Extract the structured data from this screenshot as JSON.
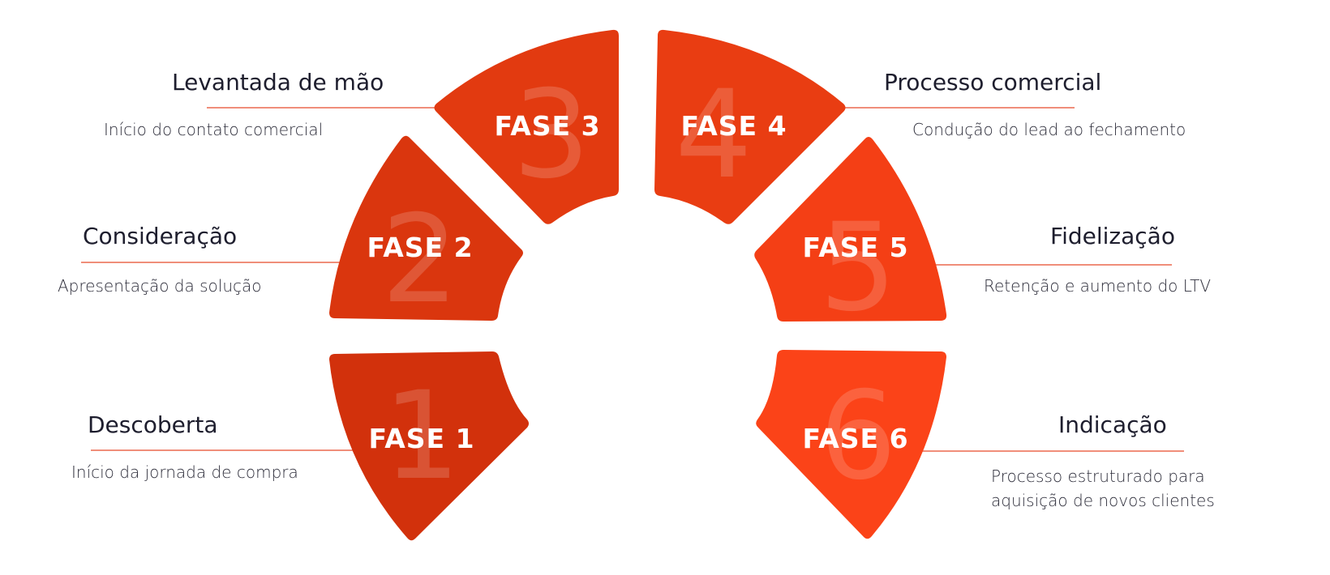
{
  "phases": [
    {
      "fase": "FASE 1",
      "number": "1",
      "title": "Descoberta",
      "description": "Início da jornada de compra",
      "color": "#D2310C"
    },
    {
      "fase": "FASE 2",
      "number": "2",
      "title": "Consideração",
      "description": "Apresentação da solução",
      "color": "#DA360E"
    },
    {
      "fase": "FASE 3",
      "number": "3",
      "title": "Levantada de mão",
      "description": "Início do contato comercial",
      "color": "#E23A10"
    },
    {
      "fase": "FASE 4",
      "number": "4",
      "title": "Processo comercial",
      "description": "Condução do lead ao fechamento",
      "color": "#E93D12"
    },
    {
      "fase": "FASE 5",
      "number": "5",
      "title": "Fidelização",
      "description": "Retenção e aumento do LTV",
      "color": "#F43F15"
    },
    {
      "fase": "FASE 6",
      "number": "6",
      "title": "Indicação",
      "description": "Processo estruturado para aquisição de novos clientes",
      "description_lines": [
        "Processo estruturado para",
        "aquisição de novos clientes"
      ],
      "color": "#FB4318"
    }
  ]
}
